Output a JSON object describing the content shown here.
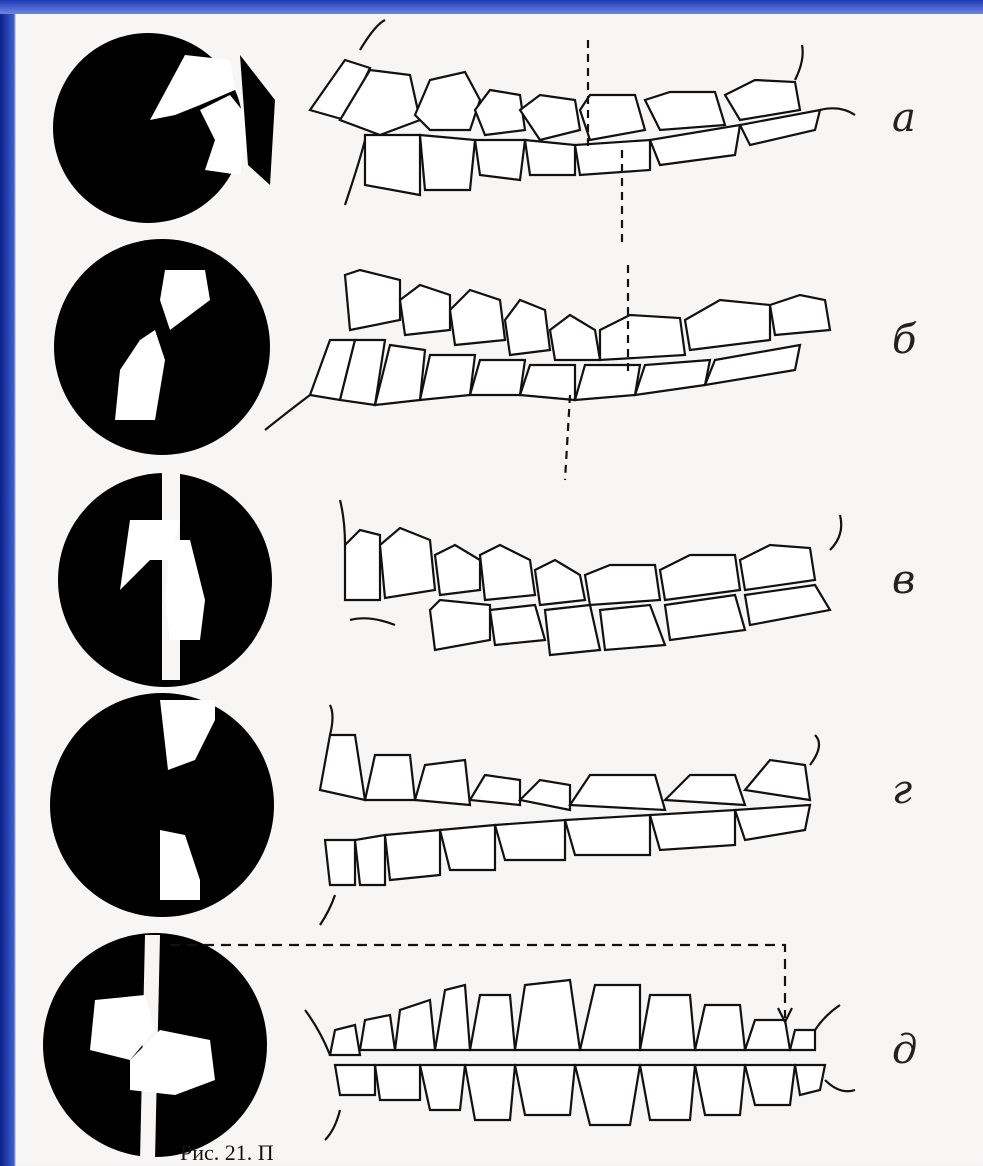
{
  "figure": {
    "rows": [
      {
        "id": "a",
        "label": "а"
      },
      {
        "id": "b",
        "label": "б"
      },
      {
        "id": "v",
        "label": "в"
      },
      {
        "id": "g",
        "label": "г"
      },
      {
        "id": "d",
        "label": "д"
      }
    ],
    "caption": "Рис. 21. П"
  },
  "colors": {
    "slide_blue": "#1d3ab8",
    "ink": "#111111",
    "paper": "#f7f6f4"
  }
}
